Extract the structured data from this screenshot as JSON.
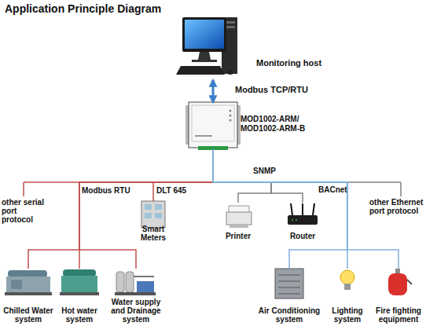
{
  "diagram": {
    "title": "Application Principle Diagram",
    "nodes": [
      {
        "text": [
          "Monitoring host"
        ]
      },
      {
        "text": [
          "MOD1002-ARM/ MOD1002-ARM-B"
        ]
      },
      {
        "text": [
          "Smart Meters"
        ]
      },
      {
        "text": [
          "Printer"
        ]
      },
      {
        "text": [
          "Router"
        ]
      },
      {
        "text": [
          "Chilled Water system"
        ]
      },
      {
        "text": [
          "Hot water system"
        ]
      },
      {
        "text": [
          "Water supply and Drainage system"
        ]
      },
      {
        "text": [
          "Air Conditioning system"
        ]
      },
      {
        "text": [
          "Lighting system"
        ]
      },
      {
        "text": [
          "Fire fighting equipment"
        ]
      }
    ],
    "edges": [
      {
        "from": 0,
        "to": 1,
        "arrow": "both",
        "label": "Modbus TCP/RTU"
      },
      {
        "from": 1,
        "to": 2,
        "arrow": "none"
      },
      {
        "from": 1,
        "to": 3,
        "arrow": "none"
      },
      {
        "from": 1,
        "to": 4,
        "arrow": "none"
      },
      {
        "from": 1,
        "to": 5,
        "arrow": "none"
      },
      {
        "from": 1,
        "to": 6,
        "arrow": "none"
      },
      {
        "from": 1,
        "to": 7,
        "arrow": "none"
      },
      {
        "from": 1,
        "to": 8,
        "arrow": "none"
      },
      {
        "from": 1,
        "to": 9,
        "arrow": "none"
      },
      {
        "from": 1,
        "to": 10,
        "arrow": "none"
      }
    ],
    "labels": [
      "other serial port protocol",
      "Modbus RTU",
      "DLT 645",
      "SNMP",
      "BACnet",
      "other Ethernet port protocol"
    ]
  }
}
